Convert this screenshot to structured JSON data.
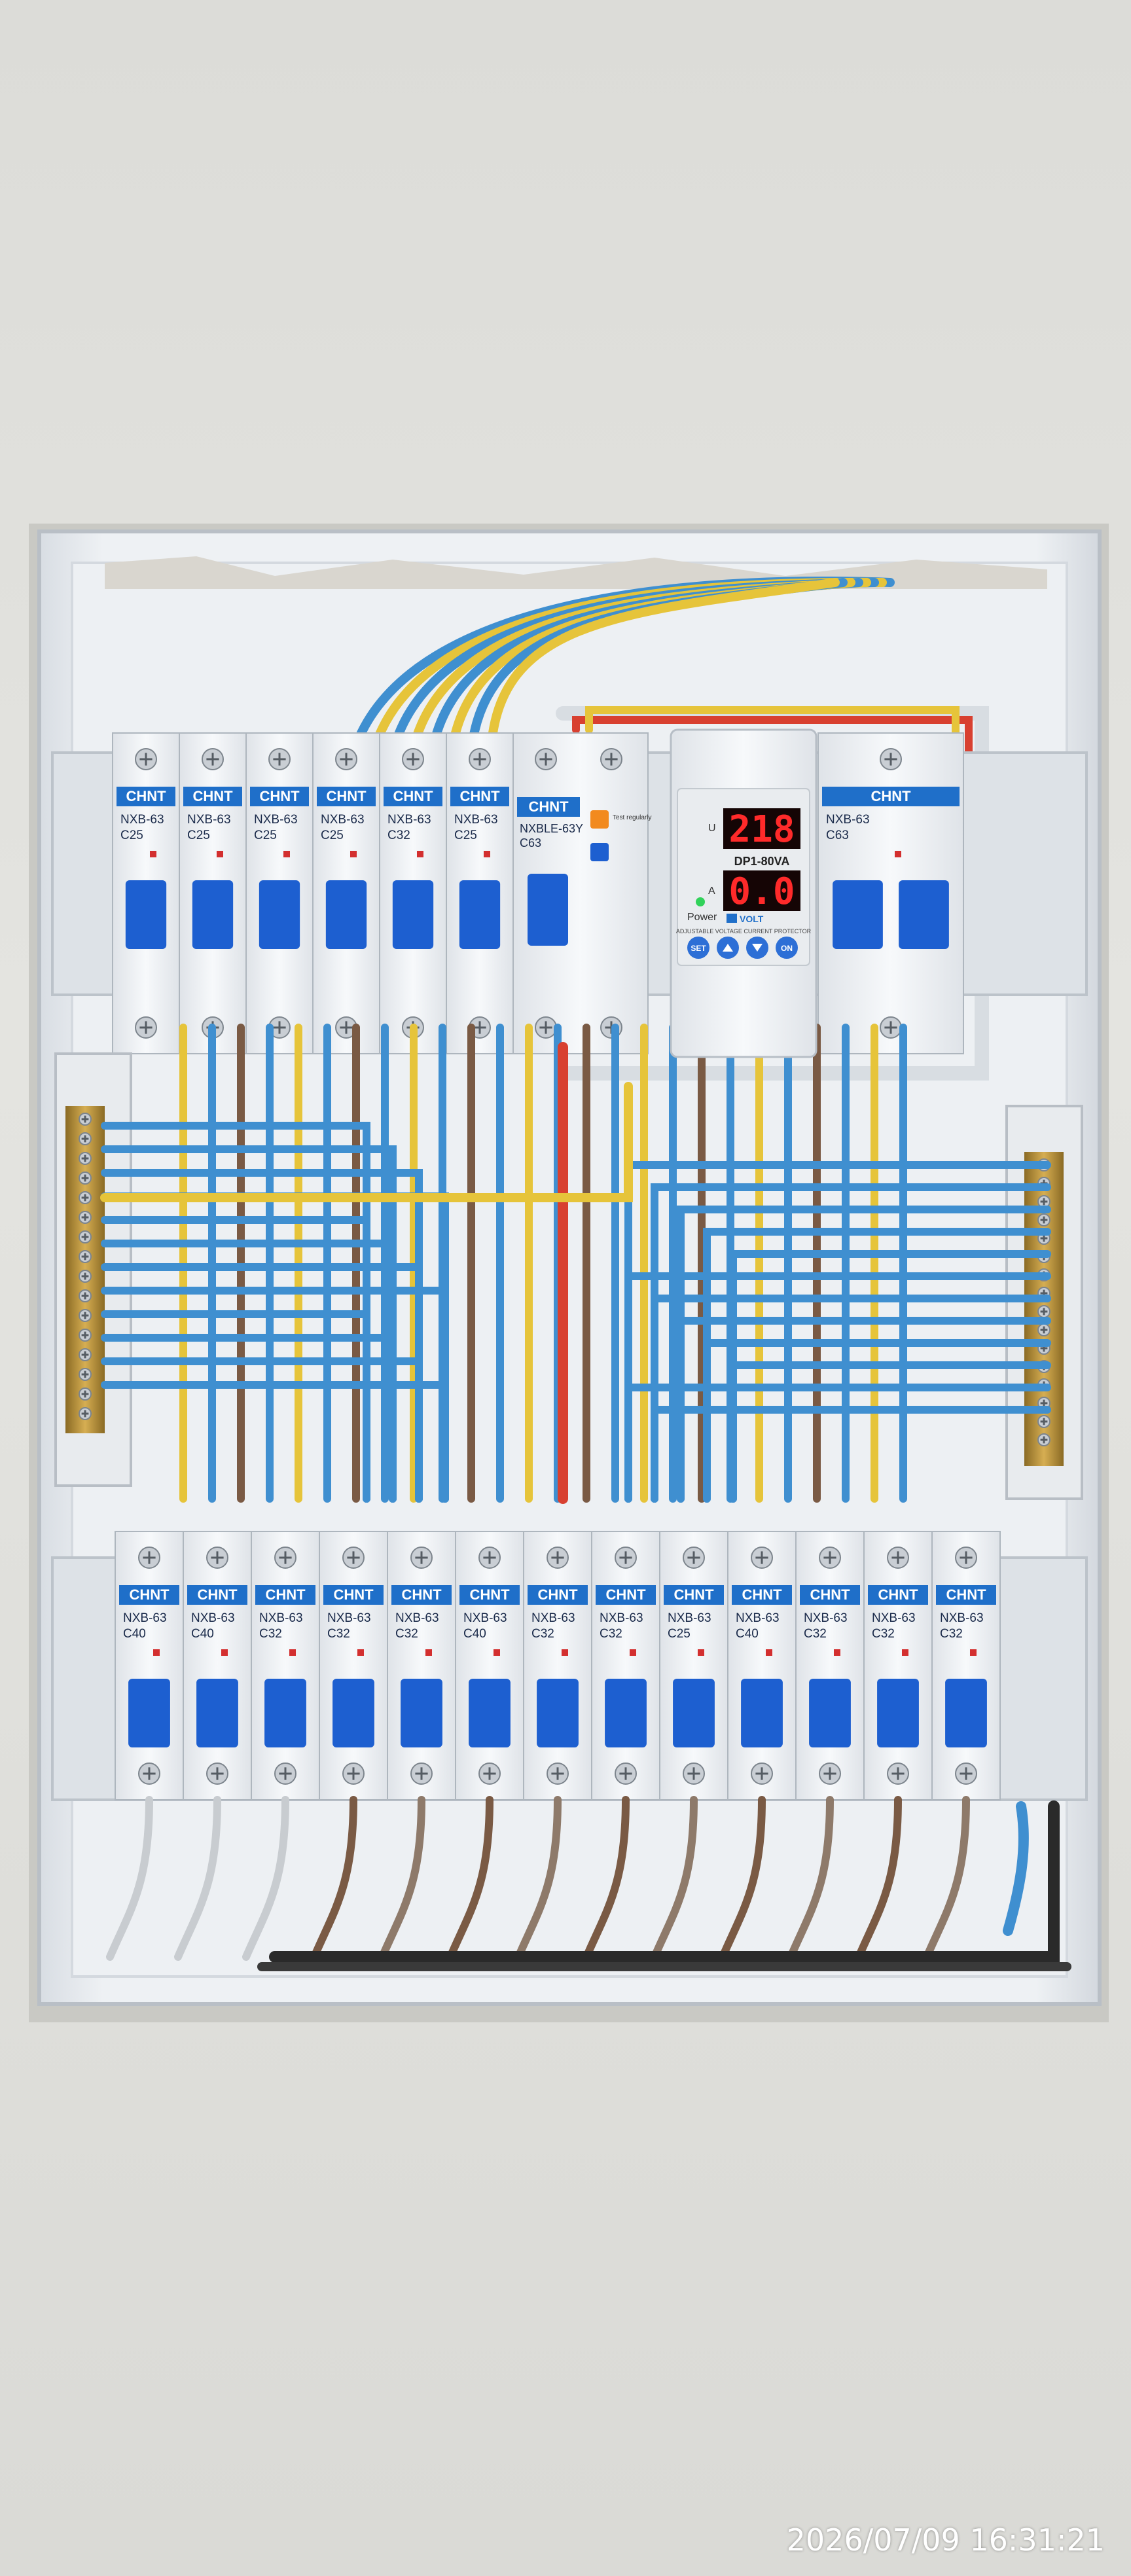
{
  "photo": {
    "timestamp": "2026/07/09 16:31:21"
  },
  "colors": {
    "wall": "#e0e0dc",
    "enclosure": "#eef0f2",
    "breaker_body": "#f4f6f8",
    "brand_blue": "#1f6fc9",
    "toggle_blue": "#1d5fd0",
    "wire_blue": "#3f8fd0",
    "wire_yellow": "#e6c43a",
    "wire_red": "#d84030",
    "wire_brown": "#7a5a44",
    "busbar_brass": "#b8923a",
    "display_red": "#ff2a2a"
  },
  "top_row": {
    "mcbs": [
      {
        "brand": "CHNT",
        "model": "NXB-63",
        "rating": "C25"
      },
      {
        "brand": "CHNT",
        "model": "NXB-63",
        "rating": "C25"
      },
      {
        "brand": "CHNT",
        "model": "NXB-63",
        "rating": "C25"
      },
      {
        "brand": "CHNT",
        "model": "NXB-63",
        "rating": "C25"
      },
      {
        "brand": "CHNT",
        "model": "NXB-63",
        "rating": "C32"
      },
      {
        "brand": "CHNT",
        "model": "NXB-63",
        "rating": "C25"
      }
    ],
    "rcbo": {
      "brand": "CHNT",
      "model": "NXBLE-63Y",
      "rating": "C63",
      "test_label": "Test regularly"
    },
    "relay": {
      "voltage": "218",
      "current": "0.0",
      "model": "DP1-80VA",
      "brand": "VOLT",
      "footer": "ADJUSTABLE VOLTAGE CURRENT PROTECTOR",
      "power_label": "Power",
      "u_label": "U",
      "a_label": "A",
      "btn_set": "SET",
      "btn_on": "ON"
    },
    "main_breaker": {
      "brand": "CHNT",
      "model": "NXB-63",
      "rating": "C63"
    }
  },
  "bottom_row": {
    "mcbs": [
      {
        "brand": "CHNT",
        "model": "NXB-63",
        "rating": "C40"
      },
      {
        "brand": "CHNT",
        "model": "NXB-63",
        "rating": "C40"
      },
      {
        "brand": "CHNT",
        "model": "NXB-63",
        "rating": "C32"
      },
      {
        "brand": "CHNT",
        "model": "NXB-63",
        "rating": "C32"
      },
      {
        "brand": "CHNT",
        "model": "NXB-63",
        "rating": "C32"
      },
      {
        "brand": "CHNT",
        "model": "NXB-63",
        "rating": "C40"
      },
      {
        "brand": "CHNT",
        "model": "NXB-63",
        "rating": "C32"
      },
      {
        "brand": "CHNT",
        "model": "NXB-63",
        "rating": "C32"
      },
      {
        "brand": "CHNT",
        "model": "NXB-63",
        "rating": "C25"
      },
      {
        "brand": "CHNT",
        "model": "NXB-63",
        "rating": "C40"
      },
      {
        "brand": "CHNT",
        "model": "NXB-63",
        "rating": "C32"
      },
      {
        "brand": "CHNT",
        "model": "NXB-63",
        "rating": "C32"
      },
      {
        "brand": "CHNT",
        "model": "NXB-63",
        "rating": "C32"
      }
    ]
  }
}
